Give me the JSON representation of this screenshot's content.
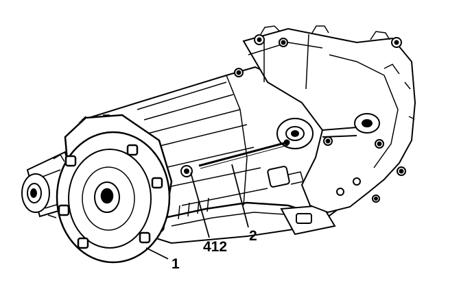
{
  "diagram": {
    "callouts": [
      {
        "id": "1",
        "text": "1"
      },
      {
        "id": "2",
        "text": "2"
      },
      {
        "id": "412",
        "text": "412"
      }
    ]
  }
}
